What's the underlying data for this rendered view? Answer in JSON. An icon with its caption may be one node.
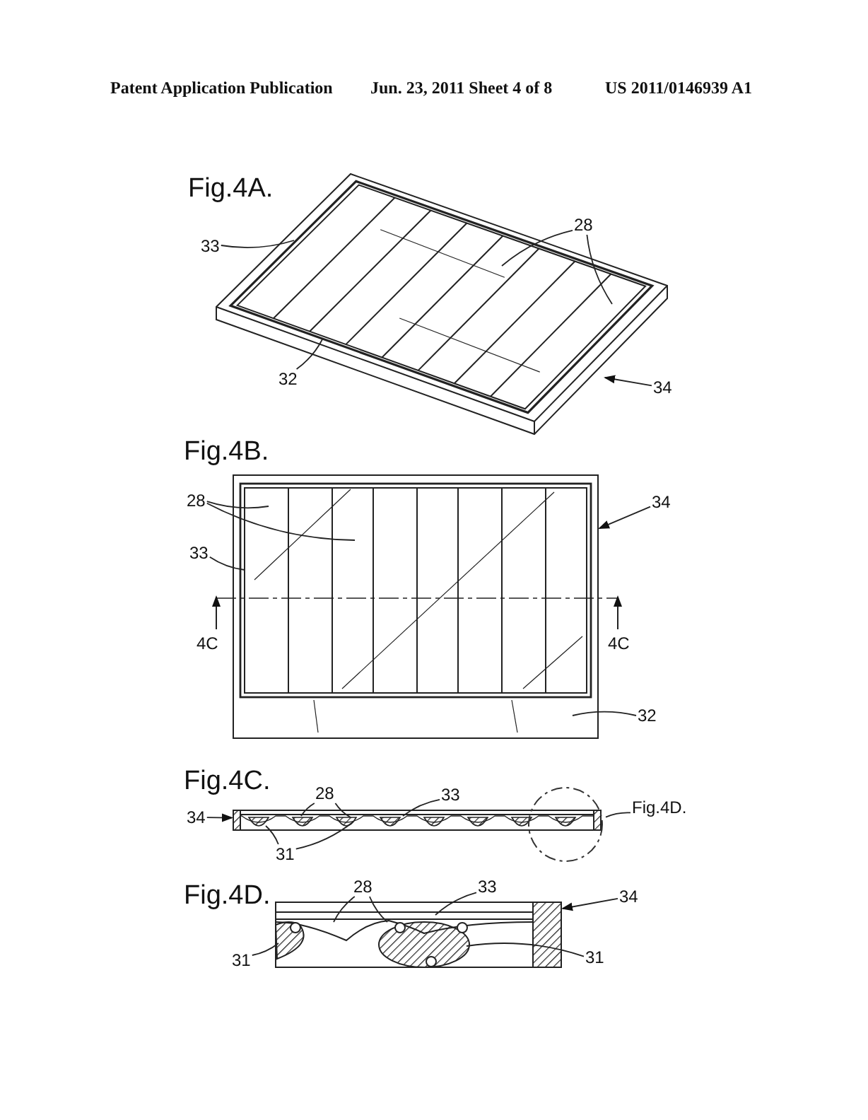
{
  "diagram": {
    "nodes": [
      {
        "text": [
          "28"
        ]
      },
      {
        "text": [
          "33"
        ]
      },
      {
        "text": [
          "32"
        ]
      },
      {
        "text": [
          "34"
        ]
      },
      {
        "text": [
          "28"
        ]
      },
      {
        "text": [
          "34"
        ]
      },
      {
        "text": [
          "33"
        ]
      },
      {
        "text": [
          "32"
        ]
      },
      {
        "text": [
          "34"
        ]
      },
      {
        "text": [
          "28"
        ]
      },
      {
        "text": [
          "33"
        ]
      },
      {
        "text": [],
        "shape": "circle"
      },
      {
        "text": [
          "Fig.4D."
        ]
      },
      {
        "text": [
          "31"
        ]
      },
      {
        "text": [
          "28"
        ]
      },
      {
        "text": [
          "33"
        ]
      },
      {
        "text": [
          "34"
        ]
      },
      {
        "text": [
          "31"
        ]
      },
      {
        "text": [
          "31"
        ]
      },
      {
        "text": [],
        "shape": "picture"
      },
      {
        "text": [],
        "shape": "picture"
      },
      {
        "text": [],
        "shape": "picture"
      },
      {
        "text": [],
        "shape": "picture"
      }
    ],
    "edges": [
      {
        "from": 0,
        "to": 19,
        "arrow": "none"
      },
      {
        "from": 0,
        "to": 19,
        "arrow": "none"
      },
      {
        "from": 1,
        "to": 19,
        "arrow": "none"
      },
      {
        "from": 2,
        "to": 19,
        "arrow": "none"
      },
      {
        "from": 3,
        "to": 19,
        "arrow": "to"
      },
      {
        "from": 4,
        "to": 20,
        "arrow": "none"
      },
      {
        "from": 4,
        "to": 20,
        "arrow": "none"
      },
      {
        "from": 5,
        "to": 20,
        "arrow": "to"
      },
      {
        "from": 6,
        "to": 20,
        "arrow": "none"
      },
      {
        "from": 7,
        "to": 20,
        "arrow": "none"
      },
      {
        "from": 8,
        "to": 21,
        "arrow": "to"
      },
      {
        "from": 9,
        "to": 21,
        "arrow": "none"
      },
      {
        "from": 9,
        "to": 21,
        "arrow": "none"
      },
      {
        "from": 10,
        "to": 21,
        "arrow": "none"
      },
      {
        "from": 12,
        "to": 11,
        "arrow": "none"
      },
      {
        "from": 13,
        "to": 21,
        "arrow": "none"
      },
      {
        "from": 13,
        "to": 21,
        "arrow": "none"
      },
      {
        "from": 14,
        "to": 22,
        "arrow": "none"
      },
      {
        "from": 14,
        "to": 22,
        "arrow": "none"
      },
      {
        "from": 15,
        "to": 22,
        "arrow": "none"
      },
      {
        "from": 16,
        "to": 22,
        "arrow": "to"
      },
      {
        "from": 17,
        "to": 22,
        "arrow": "none"
      },
      {
        "from": 18,
        "to": 22,
        "arrow": "none"
      }
    ],
    "labels": [
      "Patent Application Publication",
      "Jun. 23, 2011 Sheet 4 of 8",
      "US 2011/0146939 A1",
      "Fig.4A.",
      "Fig.4B.",
      "4C",
      "4C",
      "Fig.4C.",
      "Fig.4D."
    ]
  }
}
